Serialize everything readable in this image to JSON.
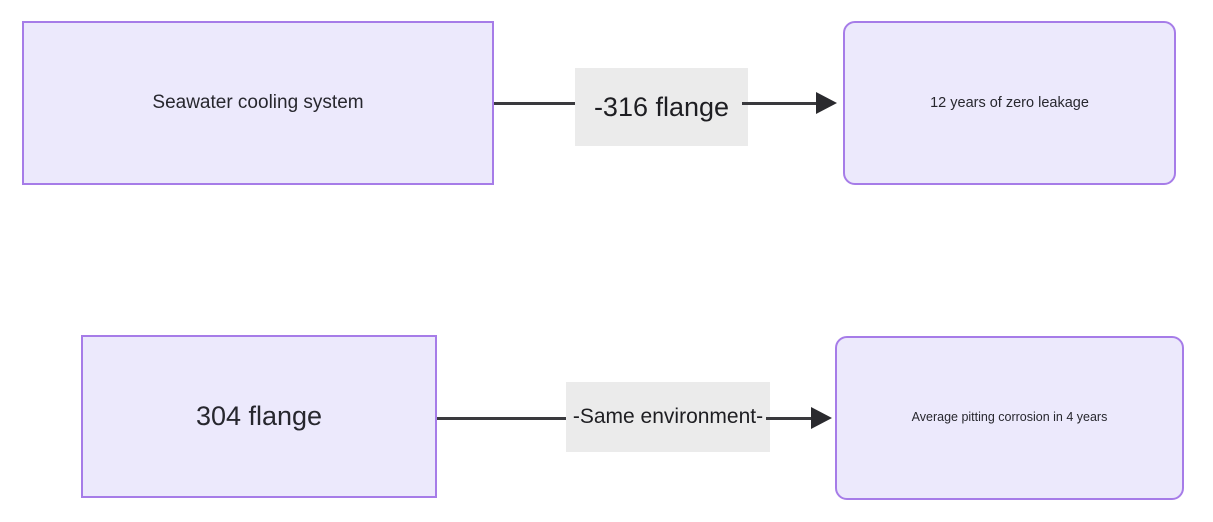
{
  "diagram": {
    "type": "flowchart",
    "direction": "left-to-right",
    "background_color": "#ffffff",
    "node_fill_color": "#ece9fc",
    "node_border_color": "#a67ce8",
    "node_text_color": "#27272e",
    "edge_color": "#3a3a3e",
    "edge_label_background_color": "#ebebeb",
    "nodes": [
      {
        "id": "source-primary",
        "label": "Seawater cooling system",
        "shape": "rectangle"
      },
      {
        "id": "result-primary",
        "label": "12 years of zero leakage",
        "shape": "rounded-rectangle"
      },
      {
        "id": "source-secondary",
        "label": "304 flange",
        "shape": "rectangle"
      },
      {
        "id": "result-secondary",
        "label": "Average pitting corrosion in 4 years",
        "shape": "rounded-rectangle"
      }
    ],
    "edges": [
      {
        "id": "edge-top",
        "from": "source-primary",
        "to": "result-primary",
        "label": "-316 flange",
        "arrow": "arrow-right-icon"
      },
      {
        "id": "edge-bottom",
        "from": "source-secondary",
        "to": "result-secondary",
        "label": "-Same environment-",
        "arrow": "arrow-right-icon"
      }
    ]
  }
}
